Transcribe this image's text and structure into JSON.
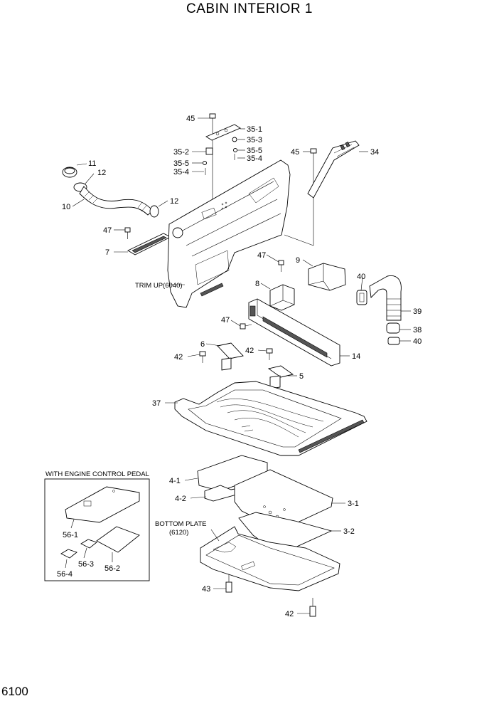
{
  "title": "CABIN INTERIOR 1",
  "page_number": "6100",
  "notes": {
    "trim_up": "TRIM UP(6040)",
    "bottom_plate_1": "BOTTOM PLATE",
    "bottom_plate_2": "(6120)",
    "inset_title": "WITH ENGINE CONTROL PEDAL"
  },
  "labels": {
    "l45a": "45",
    "l35_1": "35-1",
    "l35_3": "35-3",
    "l35_2": "35-2",
    "l35_5a": "35-5",
    "l35_5b": "35-5",
    "l35_4a": "35-4",
    "l35_4b": "35-4",
    "l45b": "45",
    "l34": "34",
    "l11": "11",
    "l12a": "12",
    "l10": "10",
    "l12b": "12",
    "l47a": "47",
    "l7": "7",
    "l47b": "47",
    "l9": "9",
    "l8": "8",
    "l40a": "40",
    "l39": "39",
    "l47c": "47",
    "l38": "38",
    "l40b": "40",
    "l6": "6",
    "l42a": "42",
    "l42b": "42",
    "l14": "14",
    "l5": "5",
    "l37": "37",
    "l4_1": "4-1",
    "l4_2": "4-2",
    "l3_1": "3-1",
    "l3_2": "3-2",
    "l43": "43",
    "l42c": "42",
    "l56_1": "56-1",
    "l56_3": "56-3",
    "l56_4": "56-4",
    "l56_2": "56-2"
  }
}
